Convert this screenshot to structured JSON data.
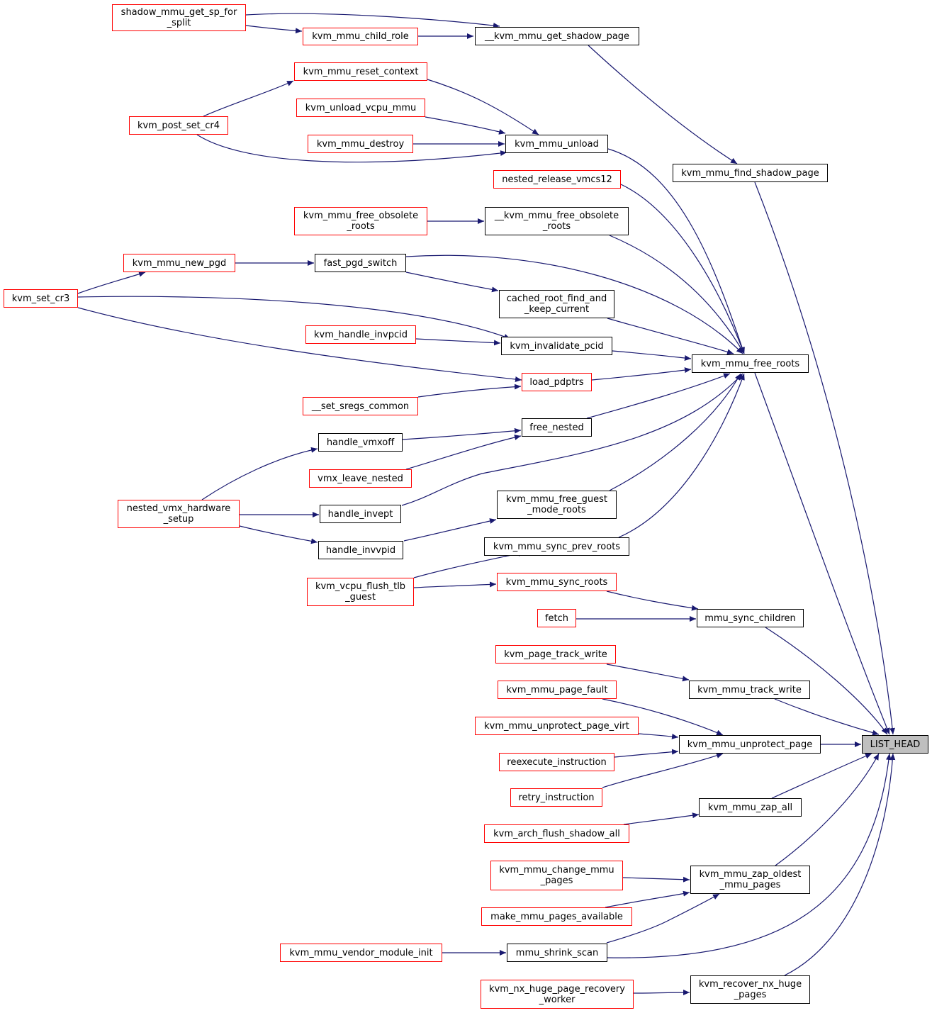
{
  "graph": {
    "type": "caller-graph",
    "root": "LIST_HEAD",
    "colors": {
      "edge": "#191970",
      "node_border_linked": "#ff0000",
      "node_border_plain": "#000000",
      "root_fill": "#bfbfbf",
      "background": "#ffffff"
    },
    "nodes": [
      {
        "id": "n1",
        "label": "shadow_mmu_get_sp_for\n_split",
        "style": "red"
      },
      {
        "id": "n2",
        "label": "kvm_mmu_child_role",
        "style": "red"
      },
      {
        "id": "n3",
        "label": "__kvm_mmu_get_shadow_page",
        "style": "plain"
      },
      {
        "id": "n4",
        "label": "kvm_mmu_reset_context",
        "style": "red"
      },
      {
        "id": "n5",
        "label": "kvm_unload_vcpu_mmu",
        "style": "red"
      },
      {
        "id": "n6",
        "label": "kvm_post_set_cr4",
        "style": "red"
      },
      {
        "id": "n7",
        "label": "kvm_mmu_destroy",
        "style": "red"
      },
      {
        "id": "n8",
        "label": "kvm_mmu_unload",
        "style": "plain"
      },
      {
        "id": "n9",
        "label": "kvm_mmu_find_shadow_page",
        "style": "plain"
      },
      {
        "id": "n10",
        "label": "nested_release_vmcs12",
        "style": "red"
      },
      {
        "id": "n11",
        "label": "kvm_mmu_free_obsolete\n_roots",
        "style": "red"
      },
      {
        "id": "n12",
        "label": "__kvm_mmu_free_obsolete\n_roots",
        "style": "plain"
      },
      {
        "id": "n13",
        "label": "kvm_mmu_new_pgd",
        "style": "red"
      },
      {
        "id": "n14",
        "label": "fast_pgd_switch",
        "style": "plain"
      },
      {
        "id": "n15",
        "label": "kvm_set_cr3",
        "style": "red"
      },
      {
        "id": "n16",
        "label": "cached_root_find_and\n_keep_current",
        "style": "plain"
      },
      {
        "id": "n17",
        "label": "kvm_handle_invpcid",
        "style": "red"
      },
      {
        "id": "n18",
        "label": "kvm_invalidate_pcid",
        "style": "plain"
      },
      {
        "id": "n19",
        "label": "kvm_mmu_free_roots",
        "style": "plain"
      },
      {
        "id": "n20",
        "label": "load_pdptrs",
        "style": "red"
      },
      {
        "id": "n21",
        "label": "__set_sregs_common",
        "style": "red"
      },
      {
        "id": "n22",
        "label": "free_nested",
        "style": "plain"
      },
      {
        "id": "n23",
        "label": "handle_vmxoff",
        "style": "plain"
      },
      {
        "id": "n24",
        "label": "vmx_leave_nested",
        "style": "red"
      },
      {
        "id": "n25",
        "label": "nested_vmx_hardware\n_setup",
        "style": "red"
      },
      {
        "id": "n26",
        "label": "handle_invept",
        "style": "plain"
      },
      {
        "id": "n27",
        "label": "kvm_mmu_free_guest\n_mode_roots",
        "style": "plain"
      },
      {
        "id": "n28",
        "label": "handle_invvpid",
        "style": "plain"
      },
      {
        "id": "n29",
        "label": "kvm_mmu_sync_prev_roots",
        "style": "plain"
      },
      {
        "id": "n30",
        "label": "kvm_vcpu_flush_tlb\n_guest",
        "style": "red"
      },
      {
        "id": "n31",
        "label": "kvm_mmu_sync_roots",
        "style": "red"
      },
      {
        "id": "n32",
        "label": "fetch",
        "style": "red"
      },
      {
        "id": "n33",
        "label": "mmu_sync_children",
        "style": "plain"
      },
      {
        "id": "n34",
        "label": "kvm_page_track_write",
        "style": "red"
      },
      {
        "id": "n35",
        "label": "kvm_mmu_track_write",
        "style": "plain"
      },
      {
        "id": "n36",
        "label": "kvm_mmu_page_fault",
        "style": "red"
      },
      {
        "id": "n37",
        "label": "kvm_mmu_unprotect_page_virt",
        "style": "red"
      },
      {
        "id": "n38",
        "label": "kvm_mmu_unprotect_page",
        "style": "plain"
      },
      {
        "id": "n39",
        "label": "LIST_HEAD",
        "style": "root"
      },
      {
        "id": "n40",
        "label": "reexecute_instruction",
        "style": "red"
      },
      {
        "id": "n41",
        "label": "retry_instruction",
        "style": "red"
      },
      {
        "id": "n42",
        "label": "kvm_mmu_zap_all",
        "style": "plain"
      },
      {
        "id": "n43",
        "label": "kvm_arch_flush_shadow_all",
        "style": "red"
      },
      {
        "id": "n44",
        "label": "kvm_mmu_change_mmu\n_pages",
        "style": "red"
      },
      {
        "id": "n45",
        "label": "kvm_mmu_zap_oldest\n_mmu_pages",
        "style": "plain"
      },
      {
        "id": "n46",
        "label": "make_mmu_pages_available",
        "style": "red"
      },
      {
        "id": "n47",
        "label": "kvm_mmu_vendor_module_init",
        "style": "red"
      },
      {
        "id": "n48",
        "label": "mmu_shrink_scan",
        "style": "plain"
      },
      {
        "id": "n49",
        "label": "kvm_nx_huge_page_recovery\n_worker",
        "style": "red"
      },
      {
        "id": "n50",
        "label": "kvm_recover_nx_huge\n_pages",
        "style": "plain"
      }
    ],
    "edges": [
      [
        "n1",
        "n2"
      ],
      [
        "n1",
        "n3"
      ],
      [
        "n2",
        "n3"
      ],
      [
        "n3",
        "n9"
      ],
      [
        "n9",
        "n39"
      ],
      [
        "n4",
        "n8"
      ],
      [
        "n5",
        "n8"
      ],
      [
        "n6",
        "n4"
      ],
      [
        "n6",
        "n8"
      ],
      [
        "n7",
        "n8"
      ],
      [
        "n8",
        "n19"
      ],
      [
        "n10",
        "n19"
      ],
      [
        "n11",
        "n12"
      ],
      [
        "n12",
        "n19"
      ],
      [
        "n13",
        "n14"
      ],
      [
        "n14",
        "n16"
      ],
      [
        "n14",
        "n19"
      ],
      [
        "n15",
        "n13"
      ],
      [
        "n15",
        "n18"
      ],
      [
        "n15",
        "n20"
      ],
      [
        "n16",
        "n19"
      ],
      [
        "n17",
        "n18"
      ],
      [
        "n18",
        "n19"
      ],
      [
        "n20",
        "n19"
      ],
      [
        "n21",
        "n20"
      ],
      [
        "n22",
        "n19"
      ],
      [
        "n23",
        "n22"
      ],
      [
        "n24",
        "n22"
      ],
      [
        "n25",
        "n23"
      ],
      [
        "n25",
        "n26"
      ],
      [
        "n25",
        "n28"
      ],
      [
        "n26",
        "n19"
      ],
      [
        "n27",
        "n19"
      ],
      [
        "n28",
        "n27"
      ],
      [
        "n29",
        "n19"
      ],
      [
        "n30",
        "n29"
      ],
      [
        "n30",
        "n31"
      ],
      [
        "n31",
        "n33"
      ],
      [
        "n32",
        "n33"
      ],
      [
        "n33",
        "n39"
      ],
      [
        "n34",
        "n35"
      ],
      [
        "n35",
        "n39"
      ],
      [
        "n36",
        "n38"
      ],
      [
        "n37",
        "n38"
      ],
      [
        "n40",
        "n38"
      ],
      [
        "n41",
        "n38"
      ],
      [
        "n38",
        "n39"
      ],
      [
        "n19",
        "n39"
      ],
      [
        "n42",
        "n39"
      ],
      [
        "n43",
        "n42"
      ],
      [
        "n44",
        "n45"
      ],
      [
        "n46",
        "n45"
      ],
      [
        "n45",
        "n39"
      ],
      [
        "n47",
        "n48"
      ],
      [
        "n48",
        "n45"
      ],
      [
        "n48",
        "n39"
      ],
      [
        "n49",
        "n50"
      ],
      [
        "n50",
        "n39"
      ]
    ]
  }
}
